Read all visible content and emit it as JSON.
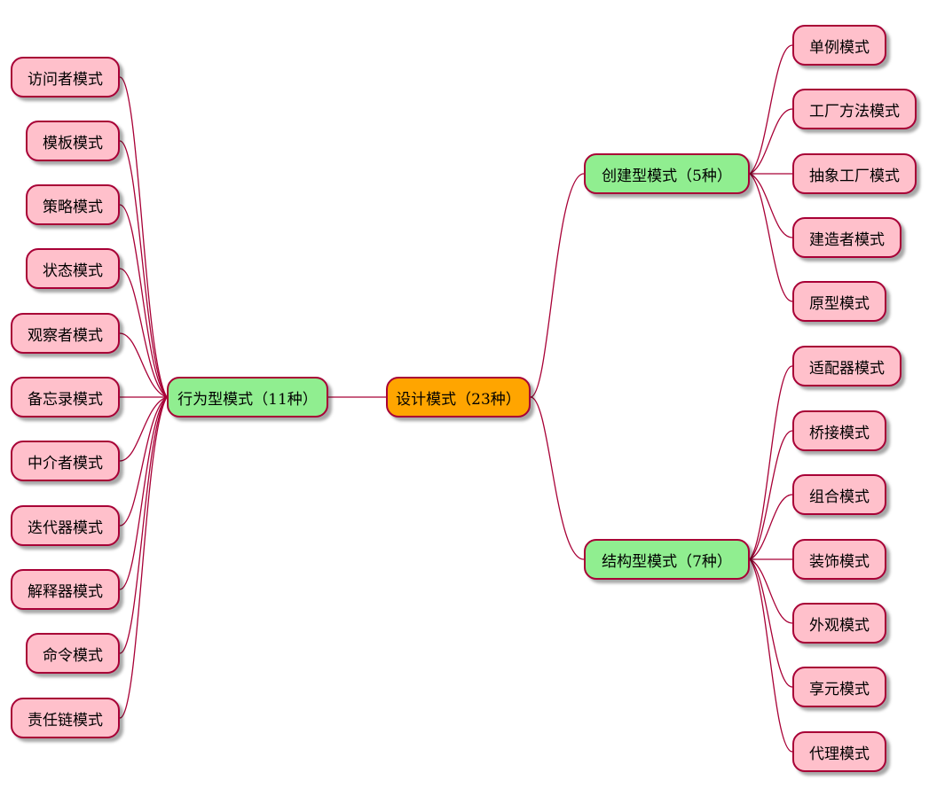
{
  "colors": {
    "background": "#FFFFFF",
    "border": "#A80036",
    "line": "#A80036",
    "leaf_fill": "#FFC0CB",
    "branch_fill": "#90EE90",
    "root_fill": "#FFA500",
    "text": "#000000",
    "shadow": "#999999"
  },
  "root": {
    "label": "设计模式（23种）"
  },
  "branches": [
    {
      "label": "行为型模式（11种）",
      "side": "left",
      "children": [
        "访问者模式",
        "模板模式",
        "策略模式",
        "状态模式",
        "观察者模式",
        "备忘录模式",
        "中介者模式",
        "迭代器模式",
        "解释器模式",
        "命令模式",
        "责任链模式"
      ]
    },
    {
      "label": "创建型模式（5种）",
      "side": "right",
      "children": [
        "单例模式",
        "工厂方法模式",
        "抽象工厂模式",
        "建造者模式",
        "原型模式"
      ]
    },
    {
      "label": "结构型模式（7种）",
      "side": "right",
      "children": [
        "适配器模式",
        "桥接模式",
        "组合模式",
        "装饰模式",
        "外观模式",
        "享元模式",
        "代理模式"
      ]
    }
  ]
}
